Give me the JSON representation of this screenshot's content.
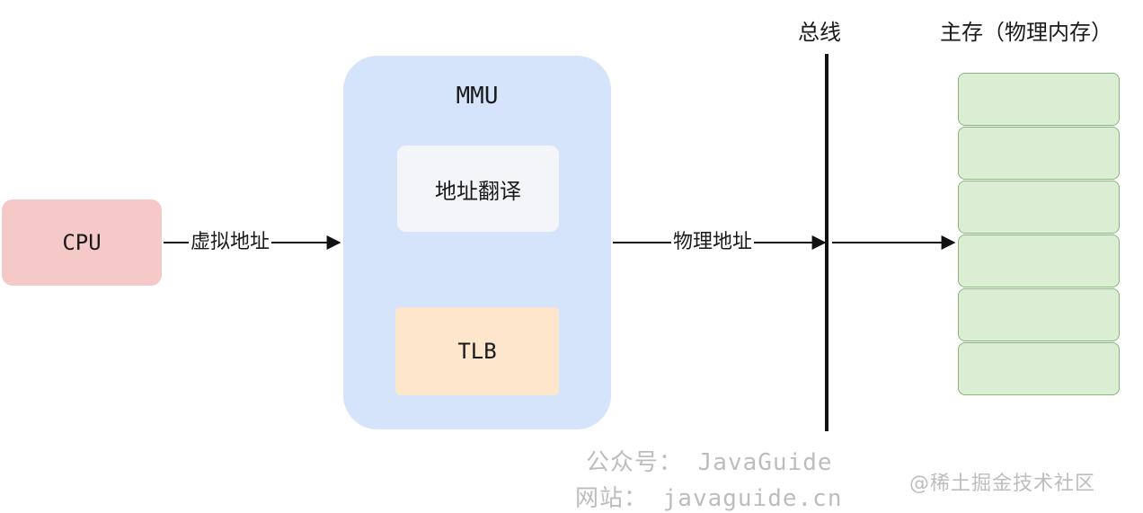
{
  "nodes": {
    "cpu": "CPU",
    "mmu": "MMU",
    "translate": "地址翻译",
    "tlb": "TLB"
  },
  "edges": {
    "virtual_address": "虚拟地址",
    "physical_address": "物理地址"
  },
  "headings": {
    "bus": "总线",
    "main_memory": "主存（物理内存）"
  },
  "memory_cell_count": 6,
  "watermark": {
    "official_account": "公众号： JavaGuide",
    "website": "网站： javaguide.cn",
    "juejin": "@稀土掘金技术社区"
  },
  "colors": {
    "cpu_fill": "#f6c9c9",
    "mmu_fill": "#d6e4fb",
    "tlb_fill": "#fde6cc",
    "memory_fill": "#dbeed3",
    "memory_border": "#86b877"
  }
}
